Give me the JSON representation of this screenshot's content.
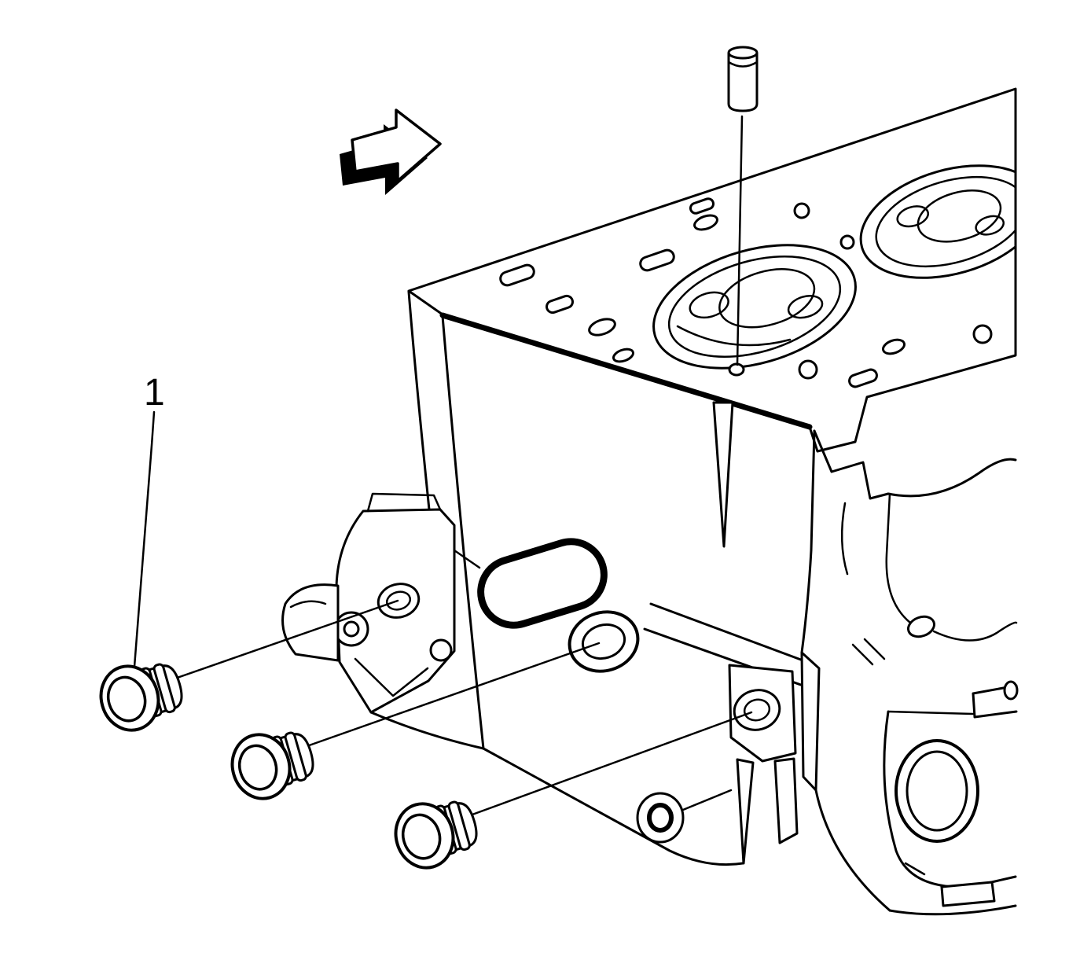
{
  "figure": {
    "type": "technical-illustration",
    "background_color": "#ffffff",
    "line_color": "#000000",
    "callouts": [
      {
        "label": "1",
        "target": "cup-plug"
      }
    ],
    "parts": [
      "direction-arrow",
      "dowel-pin",
      "cylinder-head",
      "cup-plug-1",
      "cup-plug-2",
      "cup-plug-3"
    ],
    "plug_count": 3
  }
}
